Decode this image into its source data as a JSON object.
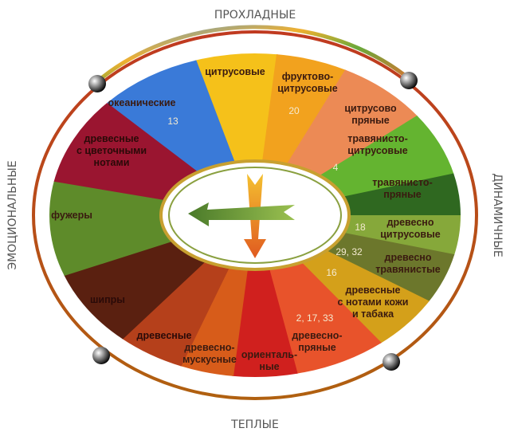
{
  "axes": {
    "top": "ПРОХЛАДНЫЕ",
    "bottom": "ТЕПЛЫЕ",
    "left": "ЭМОЦИОНАЛЬНЫЕ",
    "right": "ДИНАМИЧНЫЕ"
  },
  "segments": [
    {
      "id": "citrus",
      "lines": [
        "цитрусовые"
      ],
      "color": "#f5c11a",
      "from": 253,
      "to": 276
    },
    {
      "id": "fruity-citrus",
      "lines": [
        "фруктово-",
        "цитрусовые"
      ],
      "number": "20",
      "color": "#f2a21e",
      "from": 276,
      "to": 296
    },
    {
      "id": "citrus-spicy",
      "lines": [
        "цитрусово",
        "пряные"
      ],
      "color": "#ec8a55",
      "from": 296,
      "to": 322
    },
    {
      "id": "herbal-citrus",
      "lines": [
        "травянисто-",
        "цитрусовые"
      ],
      "number": "4",
      "color": "#64b430",
      "from": 322,
      "to": 345
    },
    {
      "id": "herbal-spicy",
      "lines": [
        "травянисто-",
        "пряные"
      ],
      "color": "#2f6820",
      "from": 345,
      "to": 360
    },
    {
      "id": "woody-citrus",
      "lines": [
        "древесно",
        "цитрусовые"
      ],
      "number": "18",
      "color": "#86a83a",
      "from": 0,
      "to": 14
    },
    {
      "id": "woody-herbal",
      "lines": [
        "древесно",
        "травянистые"
      ],
      "number": "29, 32",
      "color": "#6c772c",
      "from": 14,
      "to": 32
    },
    {
      "id": "woody-leather",
      "lines": [
        "древесные",
        "с нотами кожи",
        "и табака"
      ],
      "number": "16",
      "color": "#d4a01a",
      "from": 32,
      "to": 52
    },
    {
      "id": "woody-spicy",
      "lines": [
        "древесно-",
        "пряные"
      ],
      "number": "2, 17, 33",
      "color": "#e8532b",
      "from": 52,
      "to": 78
    },
    {
      "id": "oriental",
      "lines": [
        "ориенталь-",
        "ные"
      ],
      "color": "#d0201e",
      "from": 78,
      "to": 96
    },
    {
      "id": "woody-musky",
      "lines": [
        "древесно-",
        "мускусные"
      ],
      "color": "#d75c1a",
      "from": 96,
      "to": 111
    },
    {
      "id": "woody",
      "lines": [
        "древесные"
      ],
      "color": "#b5401b",
      "from": 111,
      "to": 130
    },
    {
      "id": "chypre",
      "lines": [
        "шипры"
      ],
      "color": "#5a2010",
      "from": 130,
      "to": 158
    },
    {
      "id": "fougere",
      "lines": [
        "фужеры"
      ],
      "color": "#5e8b2a",
      "from": 158,
      "to": 192
    },
    {
      "id": "woody-floral",
      "lines": [
        "древесные",
        "с цветочными",
        "нотами"
      ],
      "color": "#9a1530",
      "from": 192,
      "to": 224
    },
    {
      "id": "oceanic",
      "lines": [
        "океанические"
      ],
      "number": "13",
      "color": "#3a7ad8",
      "from": 224,
      "to": 253
    }
  ],
  "nodes": [
    {
      "id": "cool-emotional",
      "color": "#4a8ee0"
    },
    {
      "id": "cool-dynamic",
      "color": "#6aaa3a"
    },
    {
      "id": "warm-emotional",
      "color": "#7a4a30"
    },
    {
      "id": "warm-dynamic",
      "color": "#f08a40"
    }
  ]
}
